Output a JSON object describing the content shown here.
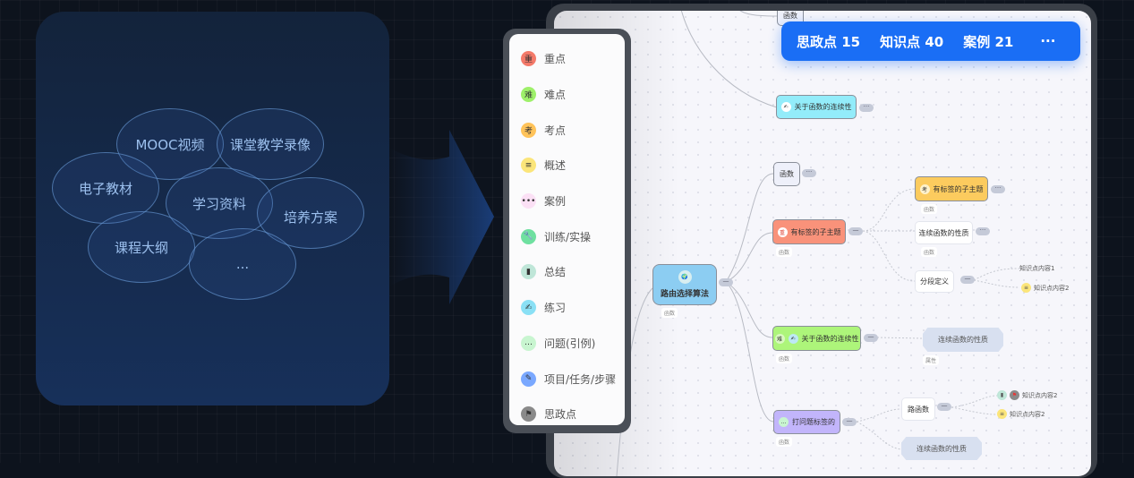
{
  "sources": [
    "MOOC视频",
    "课堂教学录像",
    "电子教材",
    "学习资料",
    "培养方案",
    "课程大纲",
    "..."
  ],
  "tags": [
    {
      "label": "重点",
      "icon": "zhong-badge-icon",
      "glyph": "重",
      "color": "#f47a6a"
    },
    {
      "label": "难点",
      "icon": "nan-badge-icon",
      "glyph": "难",
      "color": "#9ef06a"
    },
    {
      "label": "考点",
      "icon": "kao-badge-icon",
      "glyph": "考",
      "color": "#ffc35a"
    },
    {
      "label": "概述",
      "icon": "layers-icon",
      "glyph": "≡",
      "color": "#fbe57a"
    },
    {
      "label": "案例",
      "icon": "dots-icon",
      "glyph": "•••",
      "color": "#fbe0f5"
    },
    {
      "label": "训练/实操",
      "icon": "wrench-icon",
      "glyph": "🔧",
      "color": "#6fe0a0"
    },
    {
      "label": "总结",
      "icon": "book-icon",
      "glyph": "▮",
      "color": "#bfe6d8"
    },
    {
      "label": "练习",
      "icon": "hand-write-icon",
      "glyph": "✍",
      "color": "#8ae0f5"
    },
    {
      "label": "问题(引例)",
      "icon": "chat-bubble-icon",
      "glyph": "…",
      "color": "#c8f5d0"
    },
    {
      "label": "项目/任务/步骤",
      "icon": "pin-icon",
      "glyph": "✎",
      "color": "#7aa8ff"
    },
    {
      "label": "思政点",
      "icon": "flag-icon",
      "glyph": "⚑",
      "color": "#8a8a8a"
    }
  ],
  "stats": {
    "items": [
      "思政点 15",
      "知识点 40",
      "案例 21"
    ],
    "more": "···",
    "color": "#1a6ef5"
  },
  "mindmap": {
    "root": {
      "text": "路由选择算法",
      "label": "函数"
    },
    "top_node": "函数",
    "cyan_node": "关于函数的连续性",
    "plain_node": "函数",
    "red_node": {
      "text": "有标签的子主题",
      "label": "函数"
    },
    "yellow_node": {
      "text": "有标签的子主题",
      "label": "函数"
    },
    "white_node": {
      "text": "连续函数的性质",
      "label": "函数"
    },
    "segment_node": "分段定义",
    "leaf1": "知识点内容1",
    "leaf2": "知识点内容2",
    "green_node": {
      "text": "关于函数的连续性",
      "label": "函数"
    },
    "hex1": {
      "text": "连续函数的性质",
      "label": "属性"
    },
    "purple_node": {
      "text": "打问题标签的",
      "label": "函数"
    },
    "road_node": "路函数",
    "leaf3": "知识点内容2",
    "leaf4": "知识点内容2",
    "hex2": "连续函数的性质",
    "more": "···",
    "collapse": "—"
  }
}
